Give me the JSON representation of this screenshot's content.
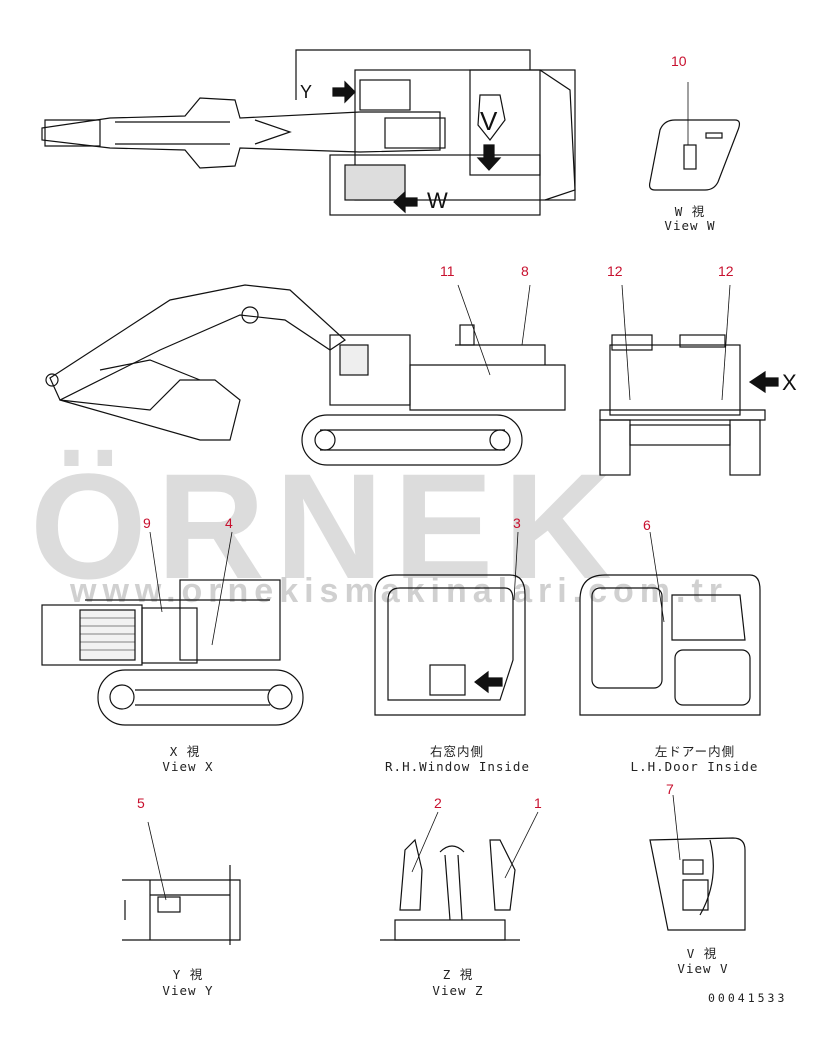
{
  "watermark": {
    "brand": "ÖRNEK",
    "site": "www.ornekismakinalari.com.tr"
  },
  "callouts": [
    "10",
    "11",
    "8",
    "12",
    "12",
    "9",
    "4",
    "3",
    "6",
    "5",
    "2",
    "1",
    "7"
  ],
  "view_letters": {
    "y_top": "Y",
    "v_top": "V",
    "w_top": "W",
    "x_arrow": "X"
  },
  "captions": {
    "view_w_jp": "W 視",
    "view_w": "View W",
    "view_x_jp": "X 視",
    "view_x": "View X",
    "rh_window_jp": "右窓内側",
    "rh_window": "R.H.Window Inside",
    "lh_door_jp": "左ドアー内側",
    "lh_door": "L.H.Door Inside",
    "view_y_jp": "Y 視",
    "view_y": "View Y",
    "view_z_jp": "Z 視",
    "view_z": "View Z",
    "view_v_jp": "V 視",
    "view_v": "View V"
  },
  "drawing_code": "00041533"
}
